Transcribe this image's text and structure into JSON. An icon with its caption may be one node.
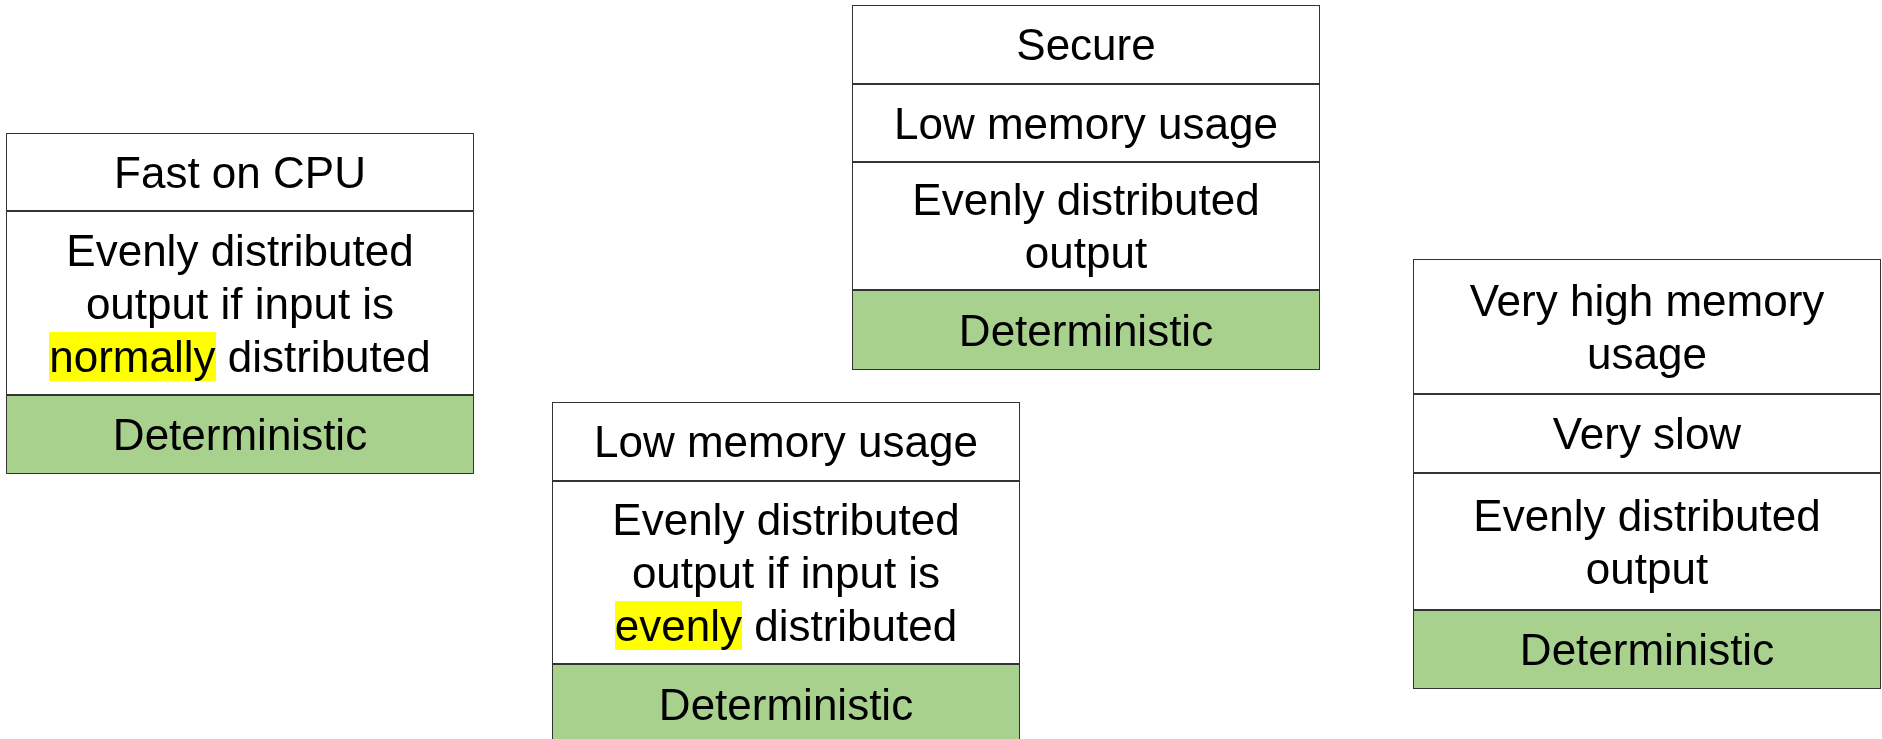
{
  "diagram": {
    "nodes": [
      {
        "text": [
          "Fast on CPU"
        ]
      },
      {
        "text": [
          "Evenly distributed output if input is normally distributed"
        ]
      },
      {
        "text": [
          "Deterministic"
        ]
      },
      {
        "text": [
          "Low memory usage"
        ]
      },
      {
        "text": [
          "Evenly distributed output if input is evenly distributed"
        ]
      },
      {
        "text": [
          "Deterministic"
        ]
      },
      {
        "text": [
          "Secure"
        ]
      },
      {
        "text": [
          "Low memory usage"
        ]
      },
      {
        "text": [
          "Evenly distributed output"
        ]
      },
      {
        "text": [
          "Deterministic"
        ]
      },
      {
        "text": [
          "Very high memory usage"
        ]
      },
      {
        "text": [
          "Very slow"
        ]
      },
      {
        "text": [
          "Evenly distributed output"
        ]
      },
      {
        "text": [
          "Deterministic"
        ]
      }
    ]
  }
}
